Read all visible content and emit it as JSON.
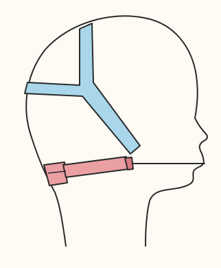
{
  "colors": {
    "background": "#fdfbf4",
    "outline": "#2a2a2a",
    "headgear_strap": "#a9d6ea",
    "chin_strap": "#eaa0a3",
    "chin_strap_dark": "#d97b82"
  },
  "figure": {
    "subject": "head-profile-facing-right",
    "parts": [
      "head-outline",
      "headgear-strap",
      "chin-strap",
      "chin-wire"
    ]
  }
}
